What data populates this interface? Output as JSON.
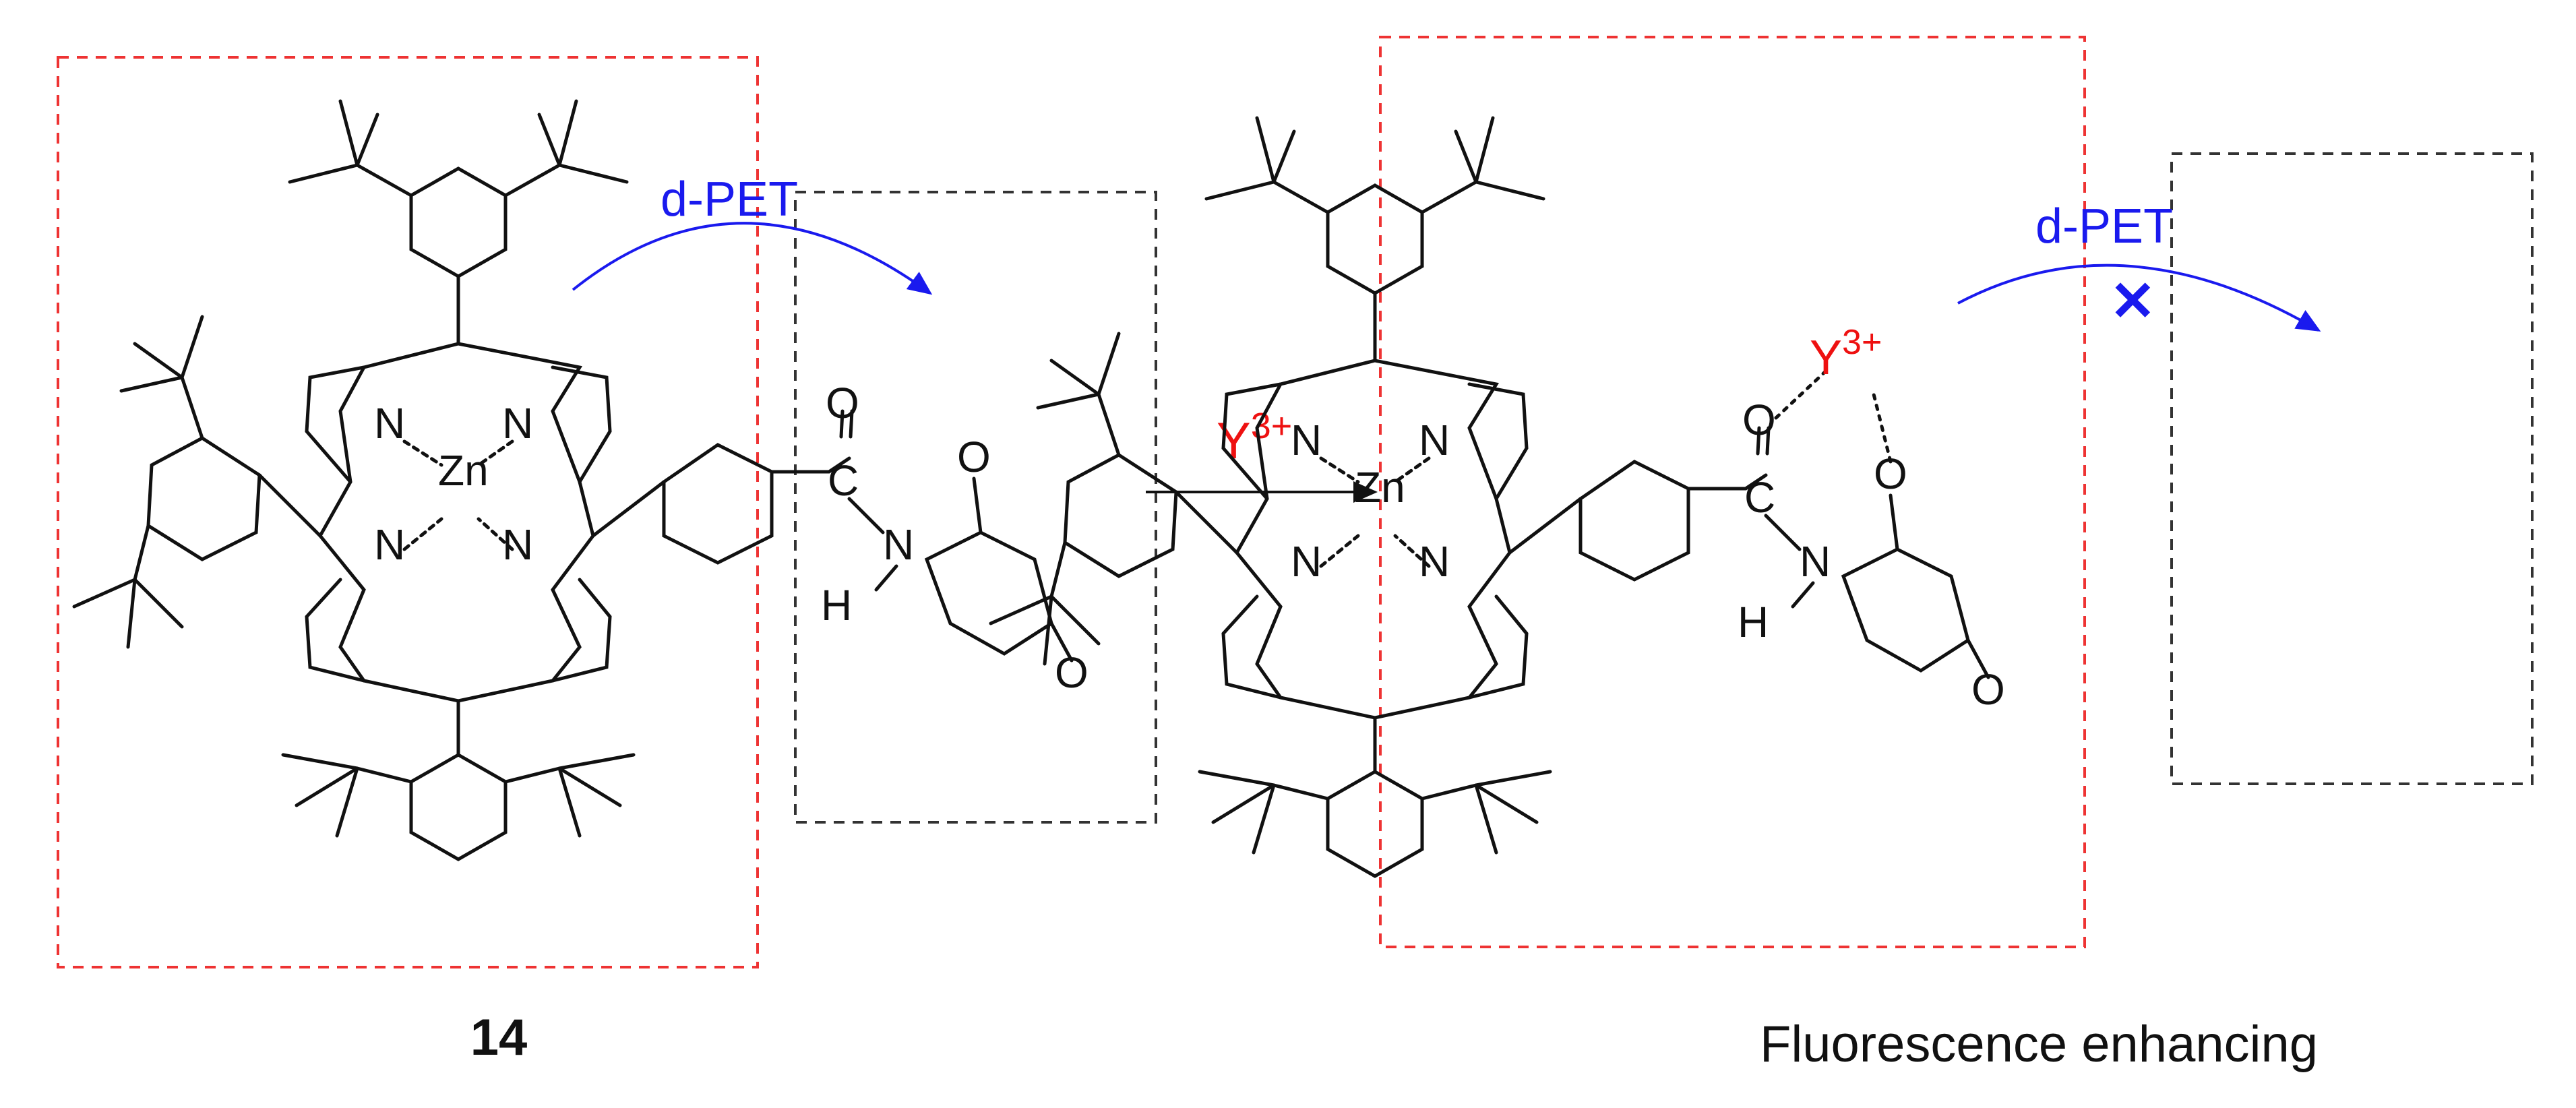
{
  "left": {
    "metal": "Zn",
    "pyrrole_n": [
      "N",
      "N",
      "N",
      "N"
    ],
    "carbonyl_o": "O",
    "amide_n": "N",
    "amide_h": "H",
    "quinone_o_top": "O",
    "quinone_o_bottom": "O",
    "pet_label": "d-PET",
    "compound_label": "14"
  },
  "arrow": {
    "ion": "Y",
    "charge": "3+"
  },
  "right": {
    "metal": "Zn",
    "pyrrole_n": [
      "N",
      "N",
      "N",
      "N"
    ],
    "carbonyl_o": "O",
    "amide_n": "N",
    "amide_h": "H",
    "quinone_o_top": "O",
    "quinone_o_bottom": "O",
    "pet_label": "d-PET",
    "blocked_mark": "✕",
    "ion": "Y",
    "charge": "3+",
    "caption": "Fluorescence enhancing"
  },
  "colors": {
    "ink": "#111111",
    "red_box": "#ee3333",
    "black_box": "#333333",
    "pet_blue": "#1a1aee",
    "ion_red": "#ee1111"
  }
}
